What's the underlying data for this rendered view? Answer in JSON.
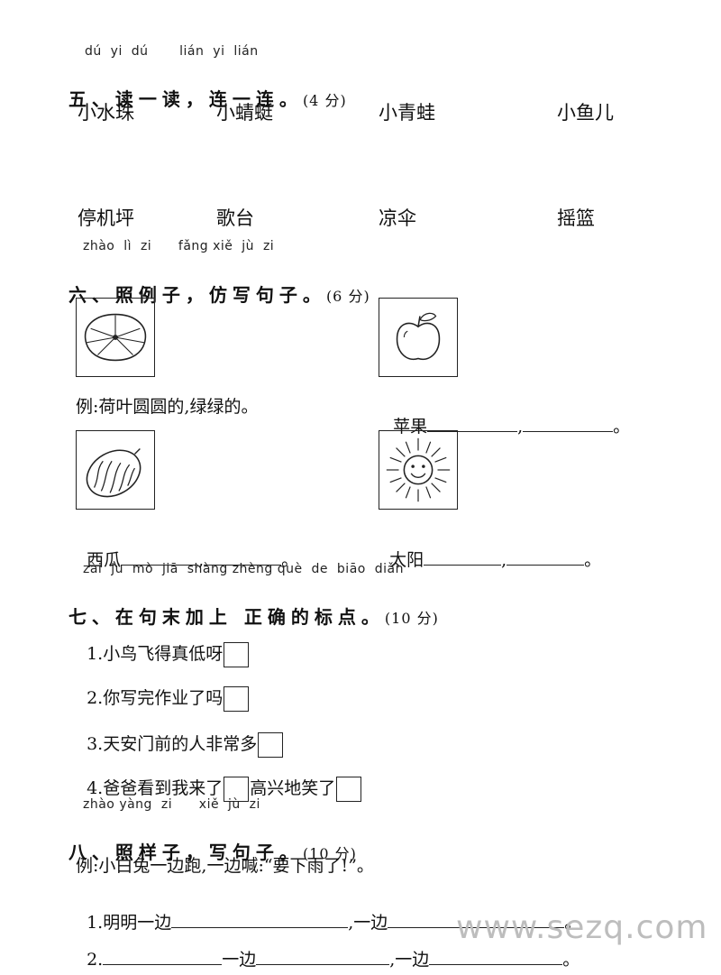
{
  "section5": {
    "pinyin": "dú  yi  dú       lián  yi  lián",
    "title": "五、读一读，连一连。",
    "score": "(4 分)",
    "row1": [
      "小水珠",
      "小蜻蜓",
      "小青蛙",
      "小鱼儿"
    ],
    "row2": [
      "停机坪",
      "歌台",
      "凉伞",
      "摇篮"
    ]
  },
  "section6": {
    "pinyin": "zhào  lì  zi      fǎng xiě  jù  zi",
    "title": "六、照例子，仿写句子。",
    "score": "(6 分)",
    "example": "例:荷叶圆圆的,绿绿的。",
    "apple_prefix": "苹果",
    "watermelon_prefix": "西瓜",
    "sun_prefix": "太阳",
    "comma": ",",
    "period": "。",
    "icons": [
      "lotus-leaf-icon",
      "apple-icon",
      "watermelon-icon",
      "sun-icon"
    ]
  },
  "section7": {
    "pinyin": "zài  jù  mò  jiā  shàng zhèng què  de  biāo  diǎn",
    "title": "七、在句末加上 正确的标点。",
    "score": "(10 分)",
    "q1": "1.小鸟飞得真低呀",
    "q2": "2.你写完作业了吗",
    "q3": "3.天安门前的人非常多",
    "q4a": "4.爸爸看到我来了",
    "q4b": "高兴地笑了"
  },
  "section8": {
    "pinyin": "zhào yàng  zi      xiě  jù  zi",
    "title": "八、照样子，写句子。",
    "score": "(10 分)",
    "example": "例:小白兔一边跑,一边喊:“要下雨了!”。",
    "q1_prefix": "1.明明一边",
    "q1_mid": ",一边",
    "q1_end": "。",
    "q2_prefix": "2.",
    "q2_mid1": "一边",
    "q2_mid2": ",一边",
    "q2_end": "。"
  },
  "watermark": "www.sezq.com"
}
